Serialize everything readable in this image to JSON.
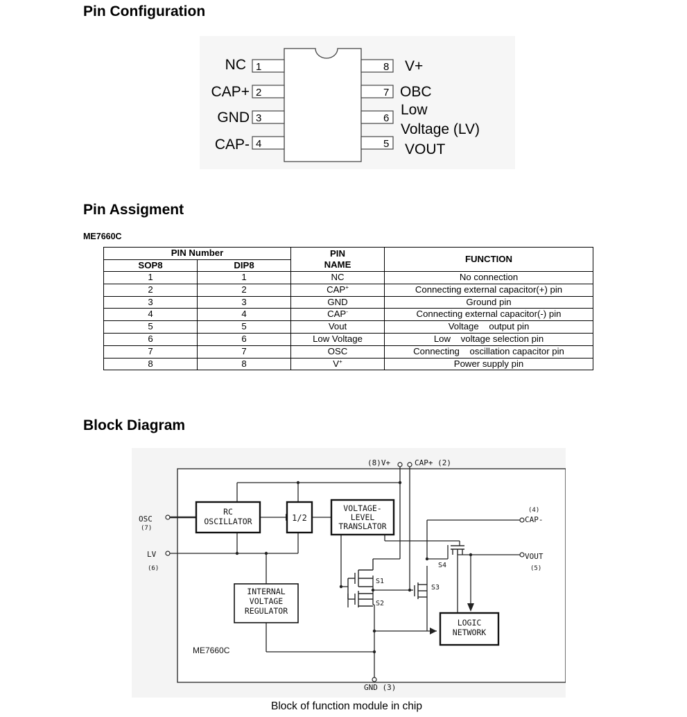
{
  "sections": {
    "pin_config_title": "Pin Configuration",
    "pin_assign_title": "Pin Assigment",
    "block_title": "Block Diagram"
  },
  "pin_config": {
    "left_pins": [
      {
        "num": "1",
        "name": "NC"
      },
      {
        "num": "2",
        "name": "CAP+"
      },
      {
        "num": "3",
        "name": "GND"
      },
      {
        "num": "4",
        "name": "CAP-"
      }
    ],
    "right_pins": [
      {
        "num": "8",
        "name": "V+"
      },
      {
        "num": "7",
        "name": "OBC"
      },
      {
        "num": "6",
        "name_line1": "Low",
        "name_line2": "Voltage (LV)"
      },
      {
        "num": "5",
        "name": "VOUT"
      }
    ]
  },
  "table": {
    "subtitle": "ME7660C",
    "header": {
      "pin_number": "PIN Number",
      "sop8": "SOP8",
      "dip8": "DIP8",
      "pin_name_l1": "PIN",
      "pin_name_l2": "NAME",
      "function": "FUNCTION"
    },
    "rows": [
      {
        "sop8": "1",
        "dip8": "1",
        "name": "NC",
        "sup": "",
        "function": "No connection"
      },
      {
        "sop8": "2",
        "dip8": "2",
        "name": "CAP",
        "sup": "+",
        "function": "Connecting external capacitor(+) pin"
      },
      {
        "sop8": "3",
        "dip8": "3",
        "name": "GND",
        "sup": "",
        "function": "Ground pin"
      },
      {
        "sop8": "4",
        "dip8": "4",
        "name": "CAP",
        "sup": "-",
        "function": "Connecting external capacitor(-) pin"
      },
      {
        "sop8": "5",
        "dip8": "5",
        "name": "Vout",
        "sup": "",
        "function": "Voltage    output pin"
      },
      {
        "sop8": "6",
        "dip8": "6",
        "name": "Low Voltage",
        "sup": "",
        "function": "Low    voltage selection pin"
      },
      {
        "sop8": "7",
        "dip8": "7",
        "name": "OSC",
        "sup": "",
        "function": "Connecting    oscillation capacitor pin"
      },
      {
        "sop8": "8",
        "dip8": "8",
        "name": "V",
        "sup": "+",
        "function": "Power supply pin"
      }
    ]
  },
  "block_diagram": {
    "top_label": "(8)V+",
    "cap_plus_label": "CAP+ (2)",
    "osc_label": "OSC",
    "osc_pin": "(7)",
    "lv_label": "LV",
    "lv_pin": "(6)",
    "cap_minus_pin": "(4)",
    "cap_minus_label": "CAP-",
    "vout_label": "VOUT",
    "vout_pin": "(5)",
    "rc_line1": "RC",
    "rc_line2": "OSCILLATOR",
    "div_label": "1/2",
    "vlt_line1": "VOLTAGE-",
    "vlt_line2": "LEVEL",
    "vlt_line3": "TRANSLATOR",
    "ivr_line1": "INTERNAL",
    "ivr_line2": "VOLTAGE",
    "ivr_line3": "REGULATOR",
    "logic_line1": "LOGIC",
    "logic_line2": "NETWORK",
    "s1": "S1",
    "s2": "S2",
    "s3": "S3",
    "s4": "S4",
    "chip_label": "ME7660C",
    "gnd_label": "GND (3)",
    "caption": "Block of function module in chip"
  }
}
